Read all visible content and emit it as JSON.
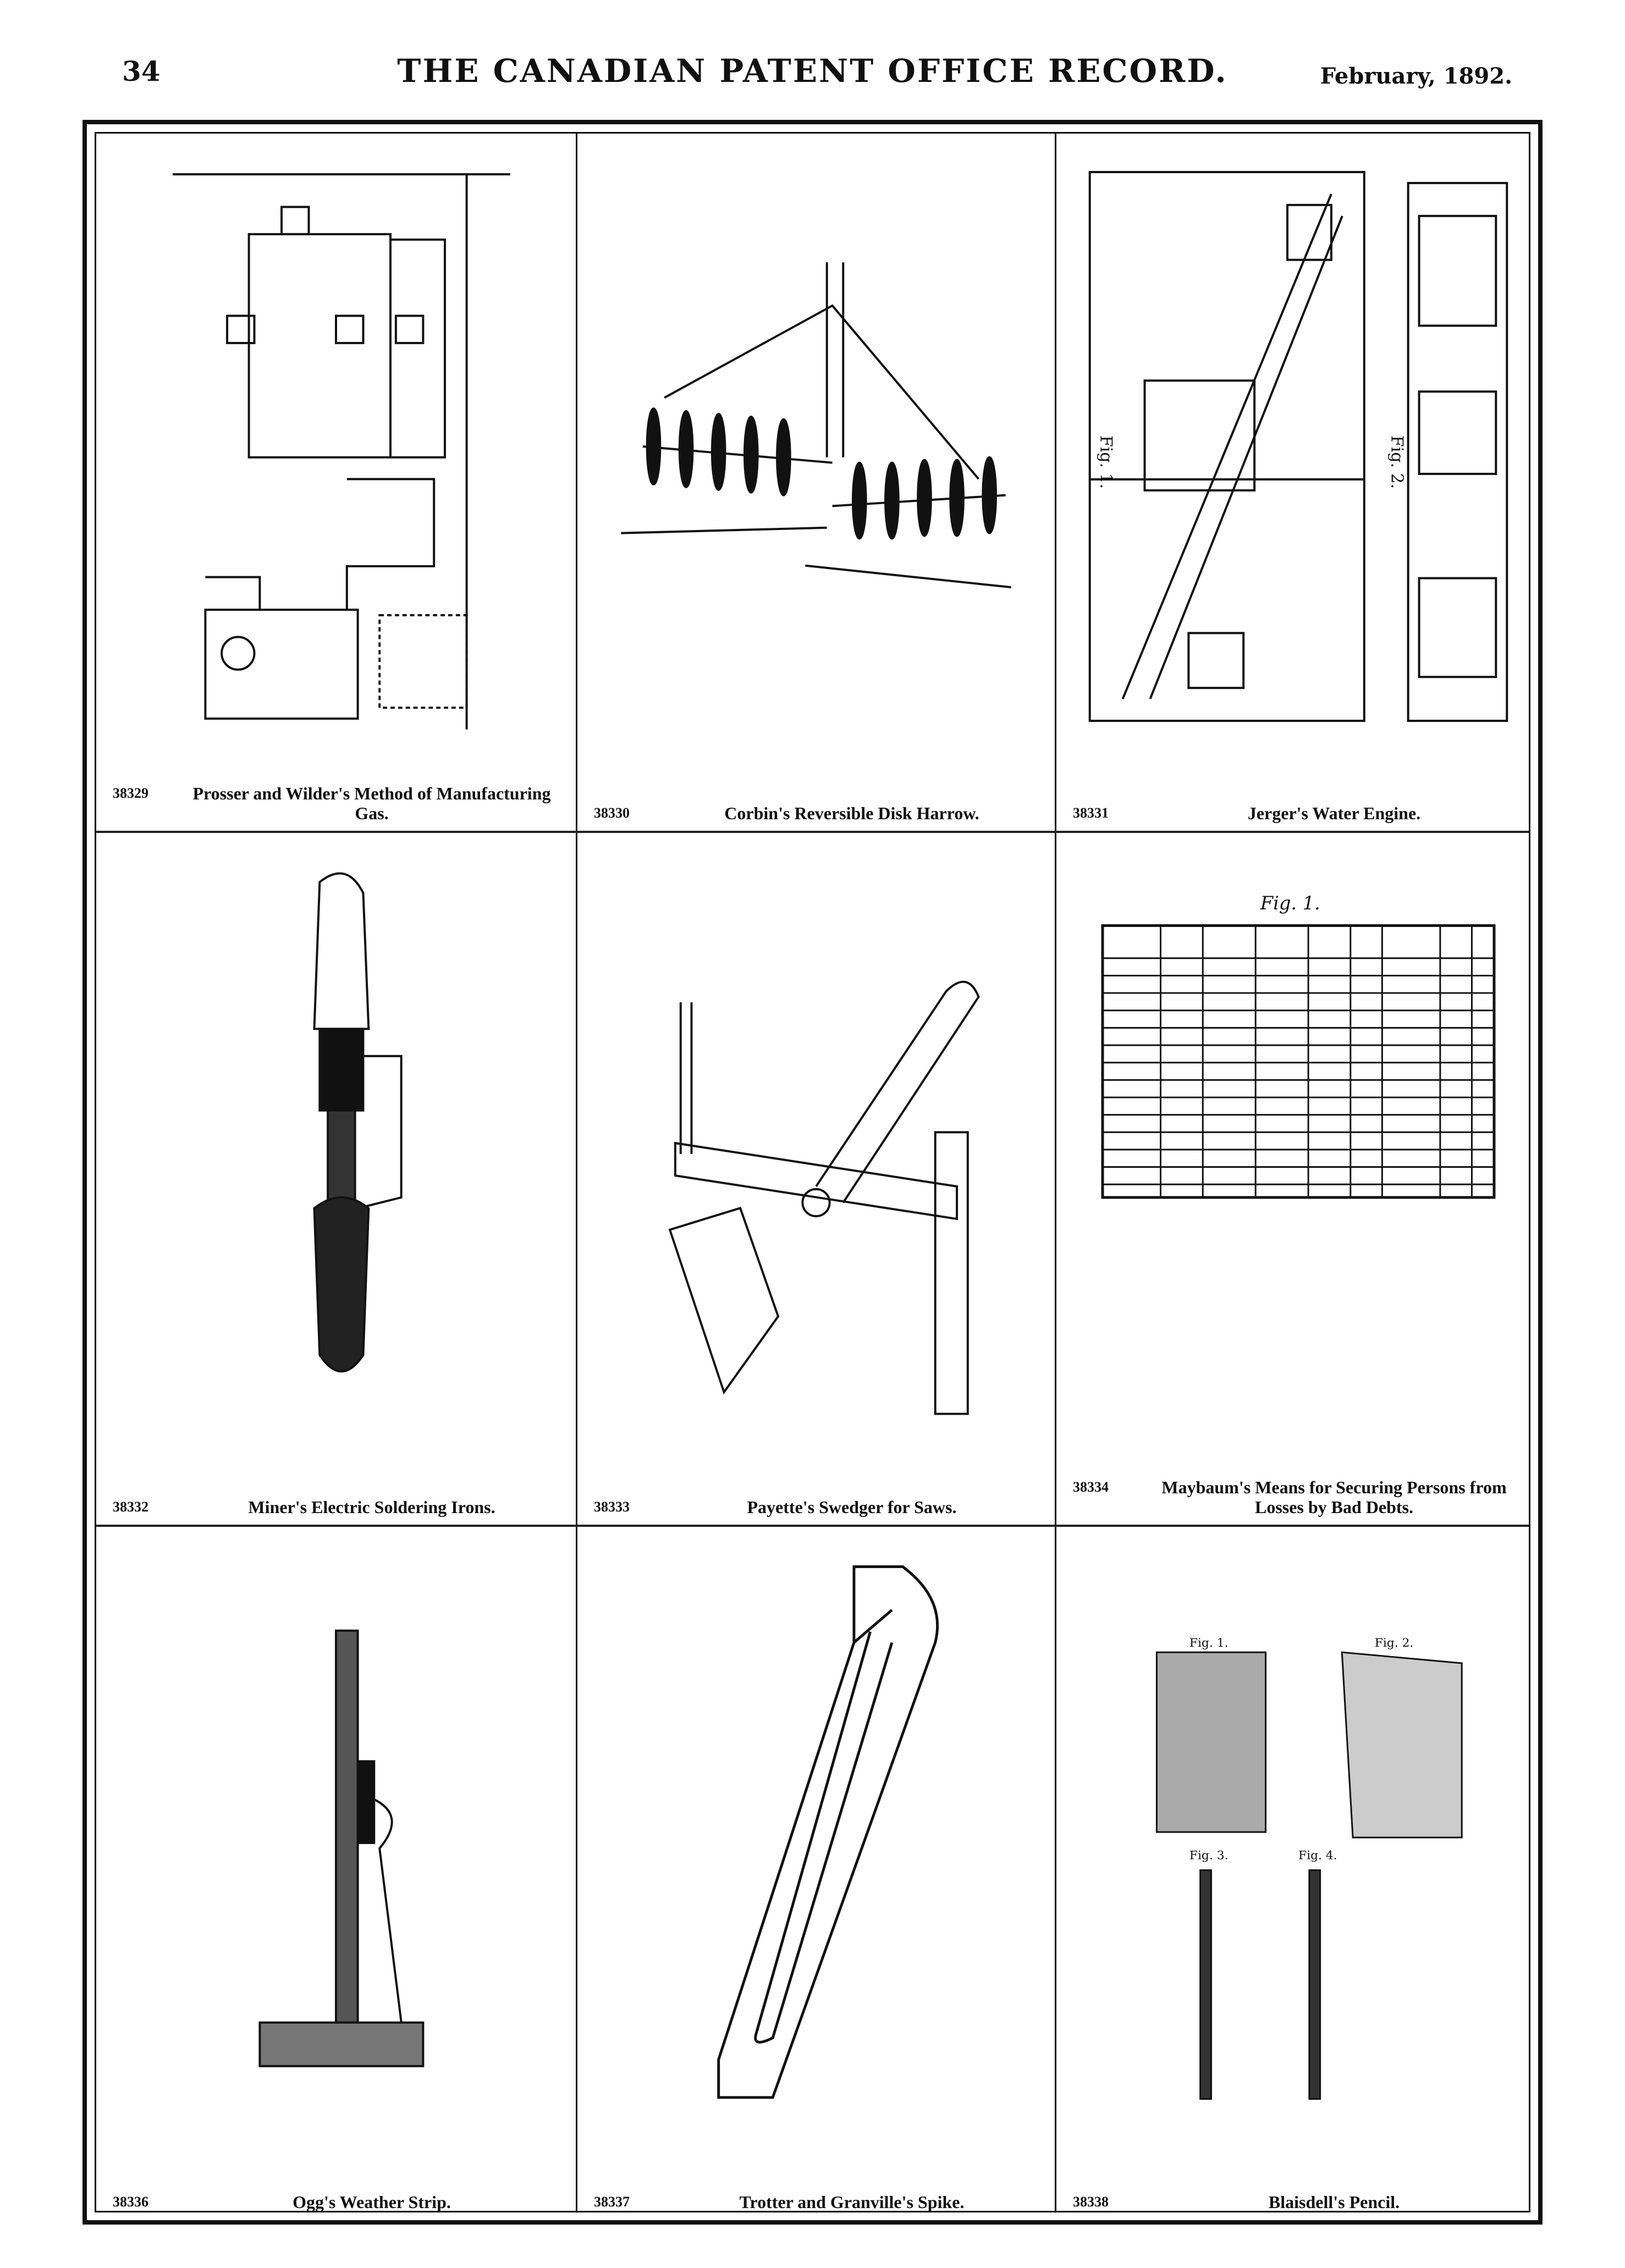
{
  "header": {
    "page_number": "34",
    "title": "THE CANADIAN PATENT OFFICE RECORD.",
    "date": "February, 1892."
  },
  "patents": [
    {
      "number": "38329",
      "title": "Prosser and Wilder's Method of Manufacturing Gas."
    },
    {
      "number": "38330",
      "title": "Corbin's Reversible Disk Harrow."
    },
    {
      "number": "38331",
      "title": "Jerger's Water Engine."
    },
    {
      "number": "38332",
      "title": "Miner's Electric Soldering Irons."
    },
    {
      "number": "38333",
      "title": "Payette's Swedger for Saws."
    },
    {
      "number": "38334",
      "title": "Maybaum's Means for Securing Persons from Losses by Bad Debts."
    },
    {
      "number": "38336",
      "title": "Ogg's Weather Strip."
    },
    {
      "number": "38337",
      "title": "Trotter and Granville's Spike."
    },
    {
      "number": "38338",
      "title": "Blaisdell's Pencil."
    }
  ],
  "figure_labels": {
    "maybaum_fig": "Fig. 1.",
    "blaisdell_figs": [
      "Fig. 1.",
      "Fig. 2.",
      "Fig. 3.",
      "Fig. 4."
    ],
    "jerger_figs": [
      "Fig. 1.",
      "Fig. 2."
    ]
  }
}
